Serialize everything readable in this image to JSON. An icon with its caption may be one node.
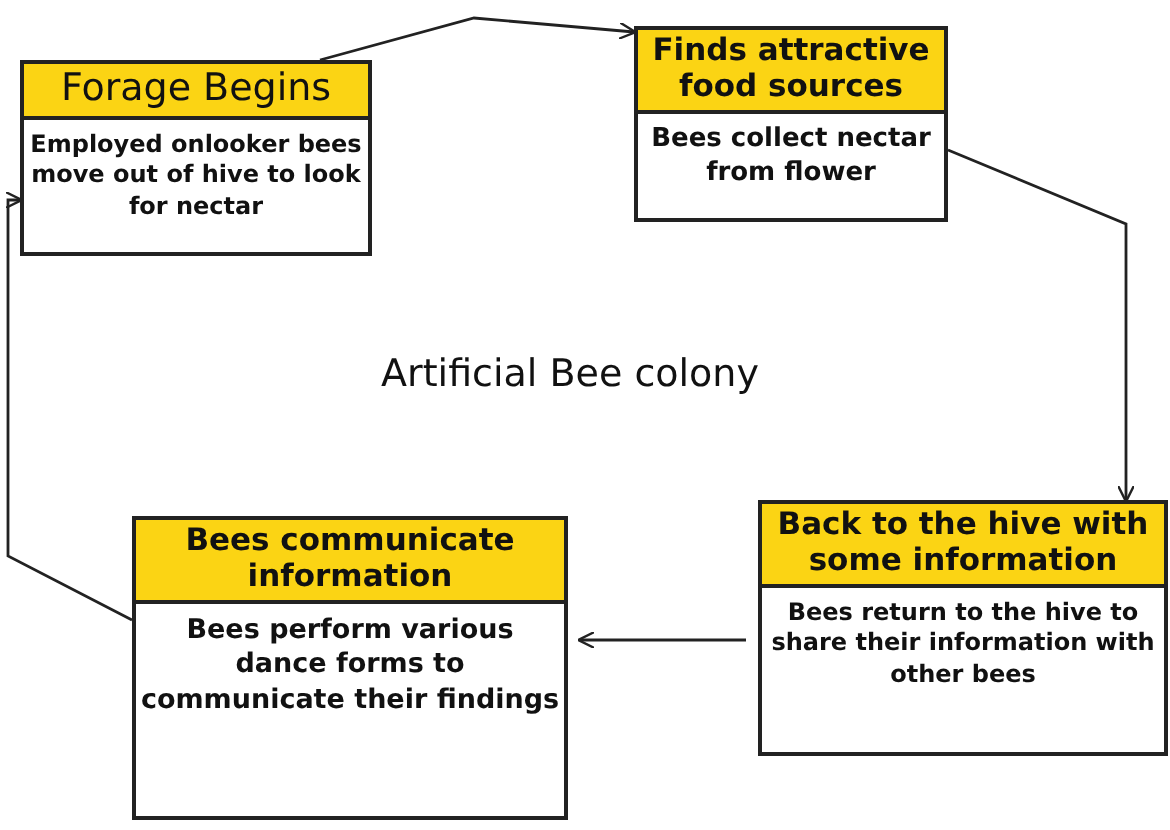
{
  "diagram": {
    "title": "Artificial Bee colony",
    "nodes": [
      {
        "text": [
          "Forage Begins",
          "Employed onlooker bees move out of hive to look for nectar"
        ]
      },
      {
        "text": [
          "Finds attractive food sources",
          "Bees collect nectar from flower"
        ]
      },
      {
        "text": [
          "Back to the hive with some information",
          "Bees return to the hive to share their information with other bees"
        ]
      },
      {
        "text": [
          "Bees communicate information",
          "Bees perform various dance forms to communicate their findings"
        ]
      }
    ],
    "edges": [
      {
        "from": 0,
        "to": 1,
        "arrow": "to"
      },
      {
        "from": 1,
        "to": 2,
        "arrow": "to"
      },
      {
        "from": 2,
        "to": 3,
        "arrow": "to"
      },
      {
        "from": 3,
        "to": 0,
        "arrow": "to"
      }
    ]
  }
}
